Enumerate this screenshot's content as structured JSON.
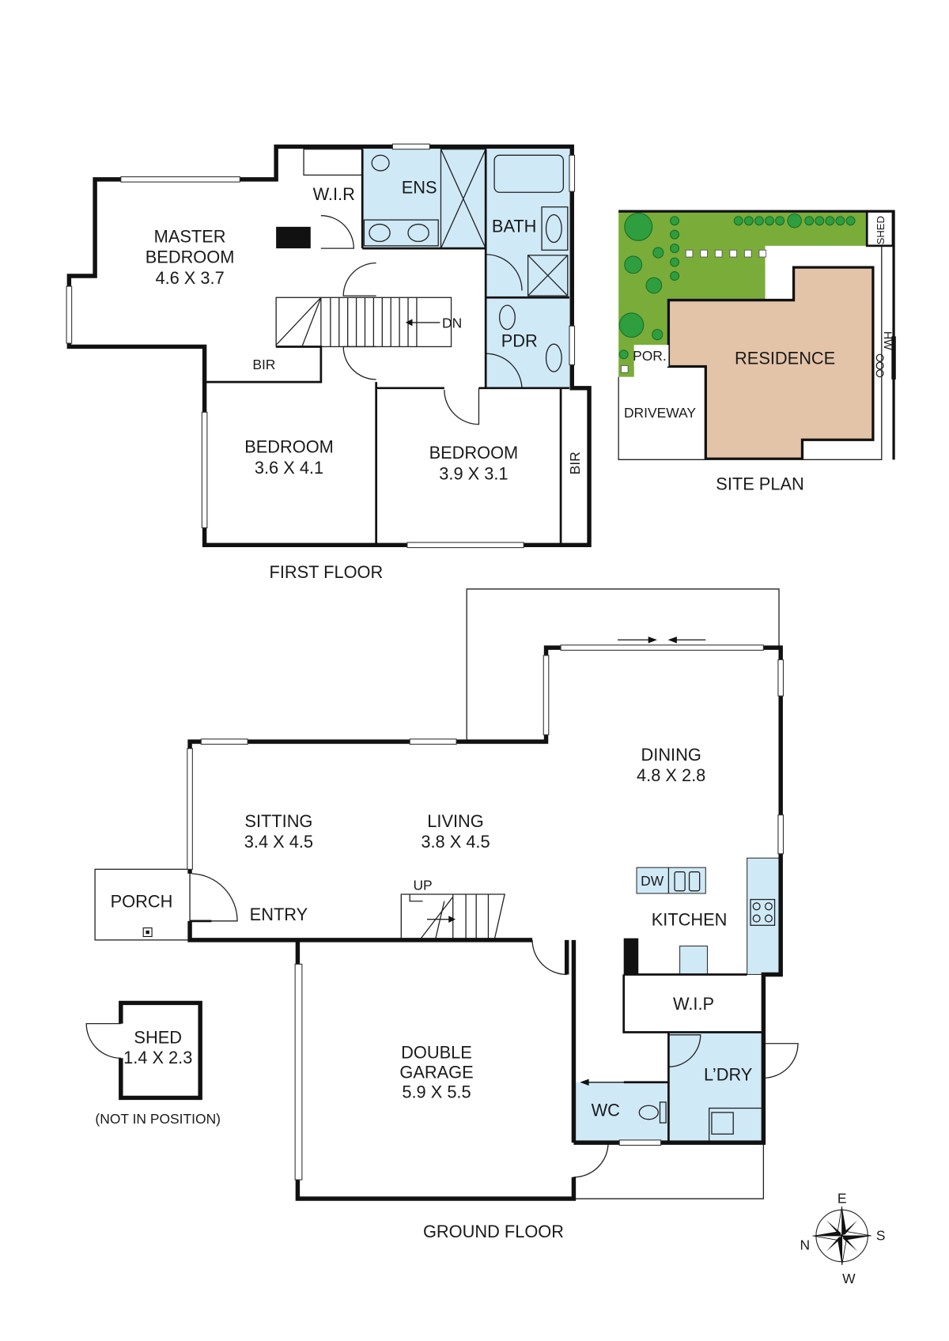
{
  "colors": {
    "wet_area": "#cfe9f7",
    "garden": "#7aac3a",
    "trees": "#2e9e3e",
    "residence": "#e4c4a8",
    "wall": "#111111"
  },
  "first_floor": {
    "title": "FIRST FLOOR",
    "rooms": {
      "master_name": "MASTER",
      "master_name2": "BEDROOM",
      "master_size": "4.6 X 3.7",
      "wir": "W.I.R",
      "ens": "ENS",
      "bath": "BATH",
      "pdr": "PDR",
      "dn": "DN",
      "bir1": "BIR",
      "bir2": "BIR",
      "bed2_name": "BEDROOM",
      "bed2_size": "3.6 X 4.1",
      "bed3_name": "BEDROOM",
      "bed3_size": "3.9 X 3.1"
    }
  },
  "site_plan": {
    "title": "SITE PLAN",
    "residence": "RESIDENCE",
    "driveway": "DRIVEWAY",
    "porch": "POR.",
    "shed": "SHED",
    "hw": "HW"
  },
  "ground_floor": {
    "title": "GROUND FLOOR",
    "rooms": {
      "sitting_name": "SITTING",
      "sitting_size": "3.4 X 4.5",
      "living_name": "LIVING",
      "living_size": "3.8 X 4.5",
      "dining_name": "DINING",
      "dining_size": "4.8 X 2.8",
      "kitchen": "KITCHEN",
      "dw": "DW",
      "wip": "W.I.P",
      "laundry": "L’DRY",
      "wc": "WC",
      "porch": "PORCH",
      "entry": "ENTRY",
      "up": "UP",
      "garage_name1": "DOUBLE",
      "garage_name2": "GARAGE",
      "garage_size": "5.9 X 5.5",
      "shed_name": "SHED",
      "shed_size": "1.4 X 2.3",
      "shed_note": "(NOT IN POSITION)"
    }
  },
  "compass": {
    "e": "E",
    "s": "S",
    "w": "W",
    "n": "N"
  }
}
